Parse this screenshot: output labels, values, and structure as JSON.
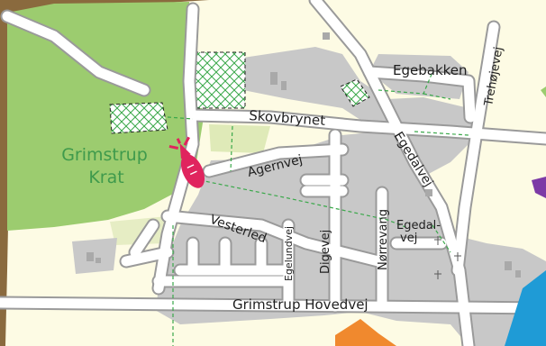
{
  "map": {
    "area_name_line1": "Grimstrup",
    "area_name_line2": "Krat",
    "streets": {
      "egebakken": "Egebakken",
      "trehojevej": "Trehøjevej",
      "skovbrynet": "Skovbrynet",
      "egedalvej": "Egedalvej",
      "agernvej": "Agernvej",
      "vesterled": "Vesterled",
      "egelundvej": "Egelundvej",
      "digevej": "Digevej",
      "norrevang": "Nørrevang",
      "egedal_line1": "Egedal-",
      "egedal_line2": "vej",
      "grimstrup_hovedvej": "Grimstrup Hovedvej"
    },
    "colors": {
      "forest": "#9ccc6f",
      "built_up": "#c8c8c8",
      "field": "#fdfbe4",
      "road": "#ffffff",
      "path": "#3aa84a",
      "frame": "#8a6a3e",
      "marker": "#e0245e"
    },
    "icons": [
      "rocket-marker-icon",
      "church-cross-icon"
    ]
  }
}
